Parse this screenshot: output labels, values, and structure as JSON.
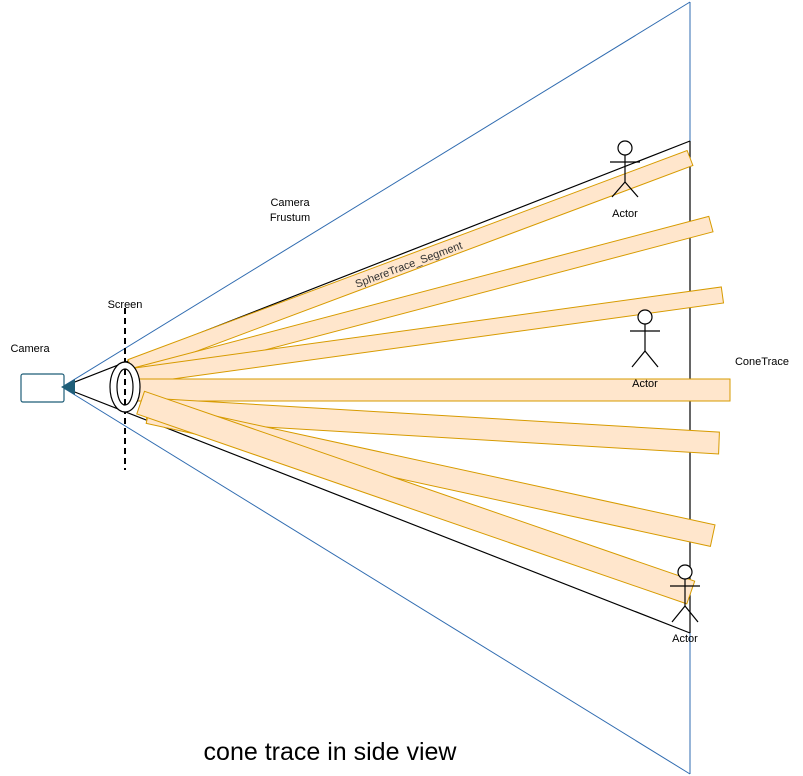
{
  "labels": {
    "camera": "Camera",
    "screen": "Screen",
    "frustum_line1": "Camera",
    "frustum_line2": "Frustum",
    "segment": "SphereTrace_Segment",
    "conetrace": "ConeTrace",
    "actor_top": "Actor",
    "actor_middle": "Actor",
    "actor_bottom": "Actor"
  },
  "caption": "cone trace in side view",
  "colors": {
    "frustum": "#2f6bb0",
    "camera": "#1f5e78",
    "segment_fill": "#ffe6cc",
    "segment_stroke": "#d79b00",
    "lines": "#000000"
  }
}
